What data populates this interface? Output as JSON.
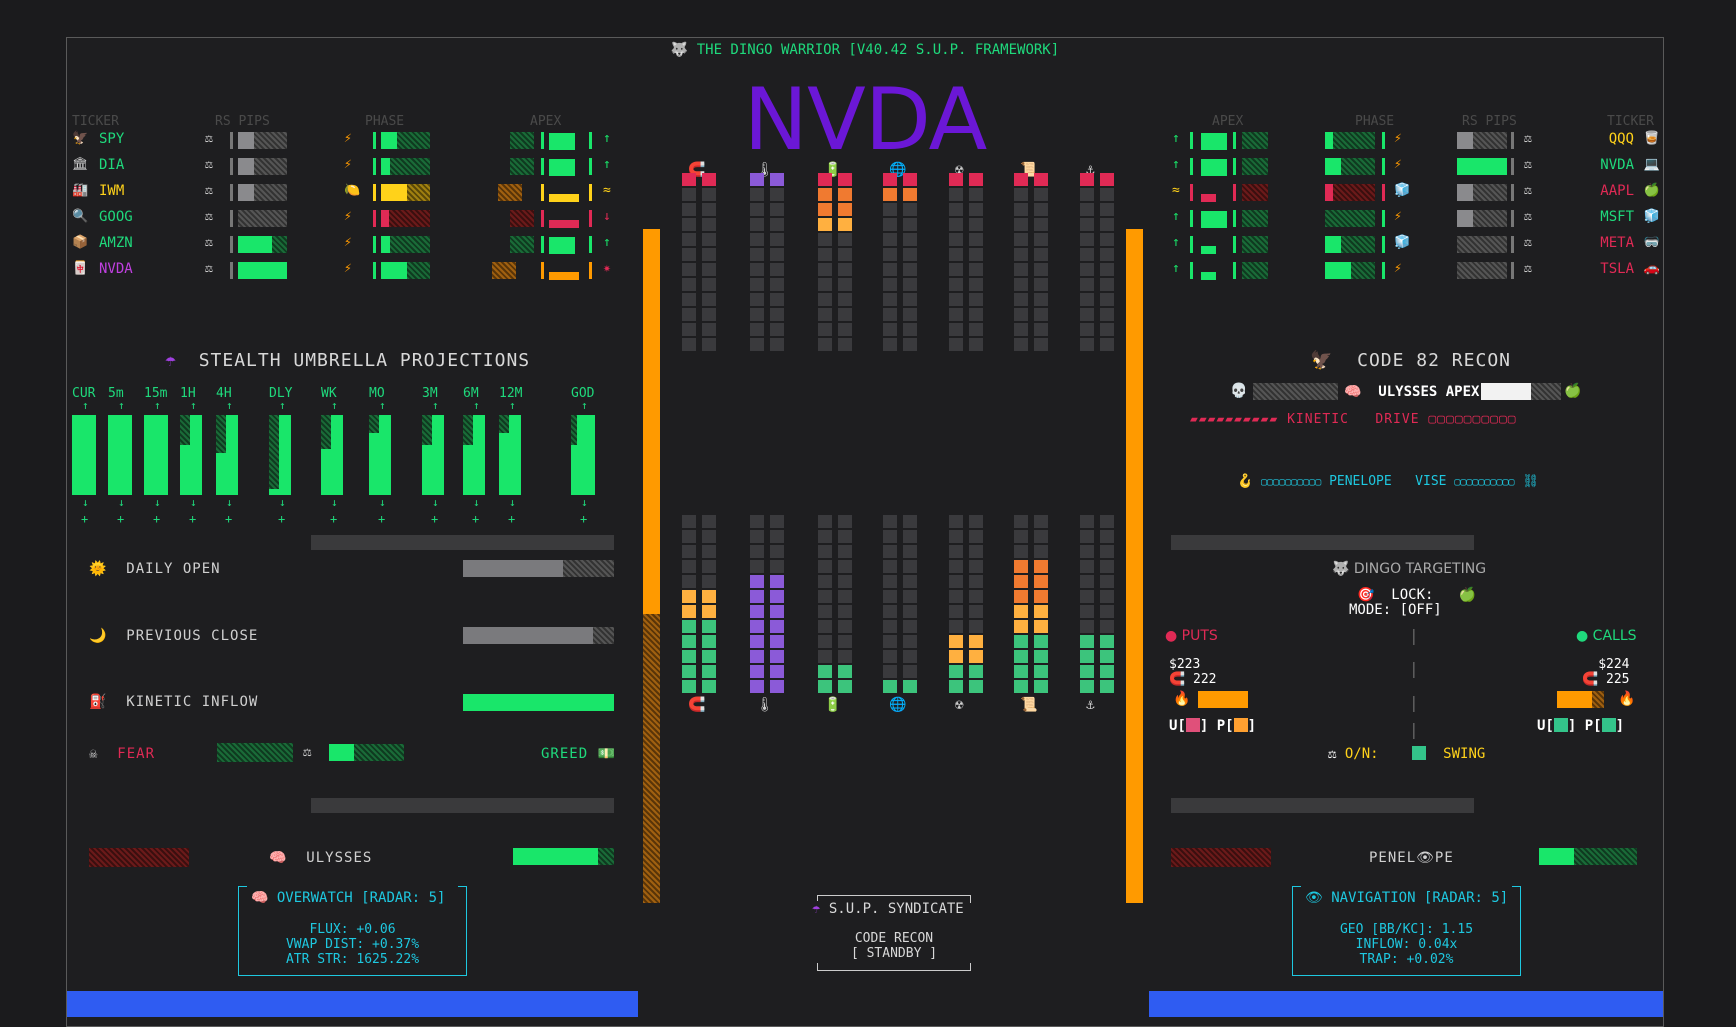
{
  "header": {
    "icon": "wolf-icon",
    "title": "THE DINGO WARRIOR [V40.42 S.U.P. FRAMEWORK]",
    "symbol": "NVDA"
  },
  "left_table": {
    "headers": [
      "TICKER",
      "RS PIPS",
      "PHASE",
      "APEX"
    ],
    "rows": [
      {
        "icon": "🦅",
        "ticker": "SPY",
        "color": "#1fd97c",
        "phase_icon": "⚡",
        "apex_arrow": "↑"
      },
      {
        "icon": "🏛",
        "ticker": "DIA",
        "color": "#1fd97c",
        "phase_icon": "⚡",
        "apex_arrow": "↑"
      },
      {
        "icon": "🏭",
        "ticker": "IWM",
        "color": "#ffd21a",
        "phase_icon": "🍋",
        "apex_arrow": "≈"
      },
      {
        "icon": "🔍",
        "ticker": "GOOG",
        "color": "#1fd97c",
        "phase_icon": "⚡",
        "apex_arrow": "↓"
      },
      {
        "icon": "📦",
        "ticker": "AMZN",
        "color": "#1fd97c",
        "phase_icon": "⚡",
        "apex_arrow": "↑"
      },
      {
        "icon": "🀄",
        "ticker": "NVDA",
        "color": "#c040e0",
        "phase_icon": "⚡",
        "apex_arrow": "✷"
      }
    ]
  },
  "right_table": {
    "headers": [
      "APEX",
      "PHASE",
      "RS PIPS",
      "TICKER"
    ],
    "rows": [
      {
        "icon": "🥃",
        "ticker": "QQQ",
        "color": "#ffd21a",
        "apex_arrow": "↑",
        "phase_icon": "⚡"
      },
      {
        "icon": "💻",
        "ticker": "NVDA",
        "color": "#1fd97c",
        "apex_arrow": "↑",
        "phase_icon": "⚡"
      },
      {
        "icon": "🍏",
        "ticker": "AAPL",
        "color": "#e02a55",
        "apex_arrow": "≈",
        "phase_icon": "🧊"
      },
      {
        "icon": "🧊",
        "ticker": "MSFT",
        "color": "#1fd97c",
        "apex_arrow": "↑",
        "phase_icon": "⚡"
      },
      {
        "icon": "🥽",
        "ticker": "META",
        "color": "#e02a55",
        "apex_arrow": "↑",
        "phase_icon": "🧊"
      },
      {
        "icon": "🚗",
        "ticker": "TSLA",
        "color": "#e02a55",
        "apex_arrow": "↑",
        "phase_icon": "⚡"
      }
    ]
  },
  "umbrella": {
    "icon": "☂",
    "title": "STEALTH UMBRELLA PROJECTIONS",
    "timeframes": [
      "CUR",
      "5m",
      "15m",
      "1H",
      "4H",
      "DLY",
      "WK",
      "MO",
      "3M",
      "6M",
      "12M",
      "GOD"
    ]
  },
  "left_rows": {
    "daily_open": "DAILY OPEN",
    "daily_open_icon": "🌞",
    "previous_close": "PREVIOUS CLOSE",
    "previous_close_icon": "🌙",
    "kinetic_inflow": "KINETIC INFLOW",
    "kinetic_inflow_icon": "⛽",
    "fear": "FEAR",
    "fear_icon": "☠",
    "greed": "GREED",
    "greed_icon": "💵",
    "ulysses": "ULYSSES",
    "ulysses_icon": "🧠"
  },
  "overwatch": {
    "title": "OVERWATCH  [RADAR: 5]",
    "flux": "FLUX: +0.06",
    "vwap": "VWAP DIST: +0.37%",
    "atr": "ATR STR: 1625.22%"
  },
  "syndicate": {
    "title": "S.U.P. SYNDICATE",
    "line1": "CODE RECON",
    "line2": "[ STANDBY ]"
  },
  "center_icons": [
    "🧲",
    "🌡",
    "🔋",
    "🌐",
    "☢",
    "📜",
    "⚓"
  ],
  "recon": {
    "title": "CODE 82 RECON",
    "icon": "🦅",
    "skull": "💀",
    "ulysses_apex": "ULYSSES APEX",
    "kinetic": "KINETIC",
    "drive": "DRIVE",
    "penelope": "PENELOPE",
    "vise": "VISE",
    "penelope_left": "▢▢▢▢▢▢▢▢▢▢",
    "penelope_right": "▢▢▢▢▢▢▢▢▢▢",
    "drive_boxes": "▢▢▢▢▢▢▢▢▢▢",
    "kinetic_boxes": "▰▰▰▰▰▰▰▰▰▰"
  },
  "dingo": {
    "title": "DINGO TARGETING",
    "lock": "LOCK:",
    "mode": "MODE: [OFF]",
    "puts": "PUTS",
    "calls": "CALLS",
    "put_price": "$223",
    "put_strike": "222",
    "call_price": "$224",
    "call_strike": "225",
    "up_left": "U[",
    "p_left": "] P[",
    "close": "]",
    "on": "O/N:",
    "swing": "SWING",
    "sep": "|"
  },
  "navigation": {
    "title": "NAVIGATION [RADAR: 5]",
    "penelope": "PENEL👁PE",
    "geo": "GEO [BB/KC]: 1.15",
    "inflow": "INFLOW: 0.04x",
    "trap": "TRAP: +0.02%"
  }
}
